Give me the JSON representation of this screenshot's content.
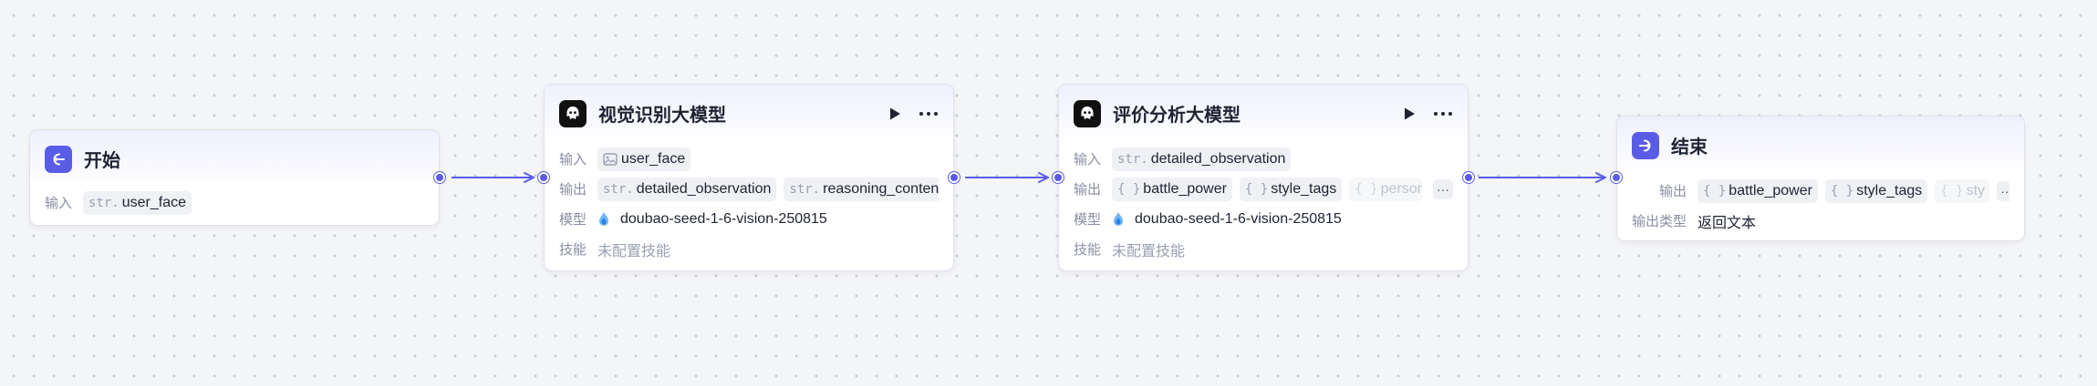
{
  "colors": {
    "accent": "#5b5ce6",
    "edge": "#5b5ce6",
    "node_icon_black": "#111111"
  },
  "nodes": {
    "start": {
      "title": "开始",
      "icon": "start-entry-icon",
      "input_label": "输入",
      "inputs": [
        {
          "type": "str.",
          "name": "user_face"
        }
      ]
    },
    "vision": {
      "title": "视觉识别大模型",
      "icon": "llm-robot-icon",
      "input_label": "输入",
      "inputs": [
        {
          "type": "image-icon",
          "name": "user_face"
        }
      ],
      "output_label": "输出",
      "outputs": [
        {
          "type": "str.",
          "name": "detailed_observation"
        },
        {
          "type": "str.",
          "name": "reasoning_content"
        }
      ],
      "model_label": "模型",
      "model": "doubao-seed-1-6-vision-250815",
      "skill_label": "技能",
      "skill": "未配置技能"
    },
    "eval": {
      "title": "评价分析大模型",
      "icon": "llm-robot-icon",
      "input_label": "输入",
      "inputs": [
        {
          "type": "str.",
          "name": "detailed_observation"
        }
      ],
      "output_label": "输出",
      "outputs": [
        {
          "type": "{ }",
          "name": "battle_power"
        },
        {
          "type": "{ }",
          "name": "style_tags"
        },
        {
          "type": "{ }",
          "name": "person"
        }
      ],
      "more": "···",
      "model_label": "模型",
      "model": "doubao-seed-1-6-vision-250815",
      "skill_label": "技能",
      "skill": "未配置技能"
    },
    "end": {
      "title": "结束",
      "icon": "end-exit-icon",
      "output_label": "输出",
      "outputs": [
        {
          "type": "{ }",
          "name": "battle_power"
        },
        {
          "type": "{ }",
          "name": "style_tags"
        },
        {
          "type": "{ }",
          "name": "sty"
        }
      ],
      "more": "···",
      "output_type_label": "输出类型",
      "output_type": "返回文本"
    }
  }
}
